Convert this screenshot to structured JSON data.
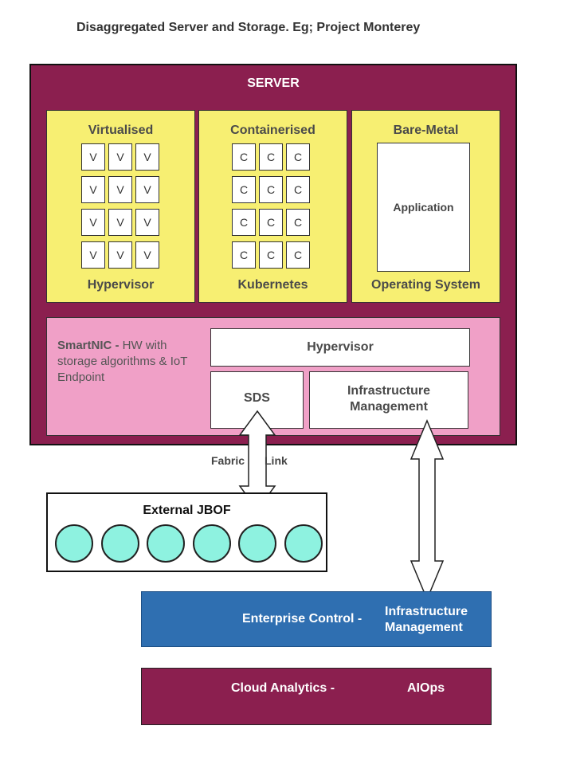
{
  "title": "Disaggregated  Server and Storage. Eg; Project Monterey",
  "server": {
    "label": "SERVER",
    "virtualised": {
      "title": "Virtualised",
      "cell": "V",
      "footer": "Hypervisor"
    },
    "containerised": {
      "title": "Containerised",
      "cell": "C",
      "footer": "Kubernetes"
    },
    "baremetal": {
      "title": "Bare-Metal",
      "app": "Application",
      "footer": "Operating System"
    }
  },
  "smartnic": {
    "name": "SmartNIC -",
    "desc": " HW with storage algorithms & IoT Endpoint",
    "hypervisor": "Hypervisor",
    "sds": "SDS",
    "infra_line1": "Infrastructure",
    "infra_line2": "Management"
  },
  "fabric_link": {
    "left": "Fabric",
    "right": "Link"
  },
  "jbof": {
    "label": "External JBOF",
    "disk_count": 6
  },
  "enterprise": {
    "left": "Enterprise Control -",
    "right_line1": "Infrastructure",
    "right_line2": "Management"
  },
  "cloud": {
    "left": "Cloud Analytics -",
    "right": "AIOps"
  },
  "colors": {
    "server": "#8b1f4f",
    "panel": "#f7ef72",
    "smartnic": "#f0a0c7",
    "enterprise": "#2f6fb1",
    "disk": "#8ef2e0"
  }
}
